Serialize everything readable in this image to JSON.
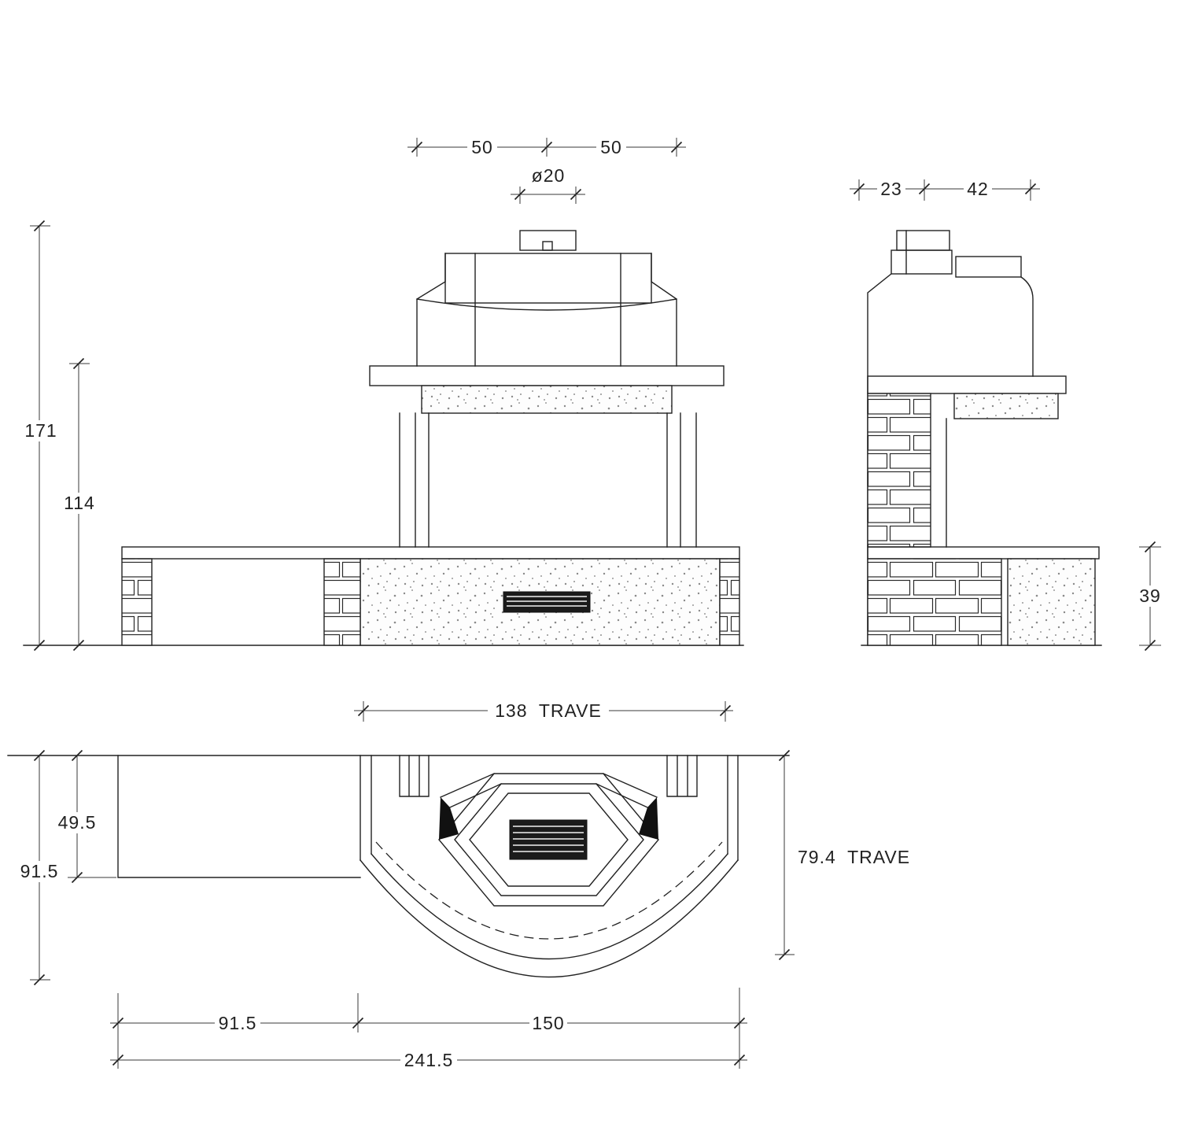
{
  "front_view": {
    "dim_hood_left": "50",
    "dim_hood_right": "50",
    "dim_flue_diameter": "ø20",
    "dim_total_height": "171",
    "dim_mantel_height": "114"
  },
  "side_view": {
    "dim_depth_back": "23",
    "dim_depth_front": "42",
    "dim_bench_height": "39"
  },
  "plan_view": {
    "dim_beam_length": "138  TRAVE",
    "dim_bench_depth": "49.5",
    "dim_total_depth": "91.5",
    "dim_beam_depth": "79.4  TRAVE",
    "dim_bench_width": "91.5",
    "dim_hearth_width": "150",
    "dim_total_width": "241.5"
  }
}
